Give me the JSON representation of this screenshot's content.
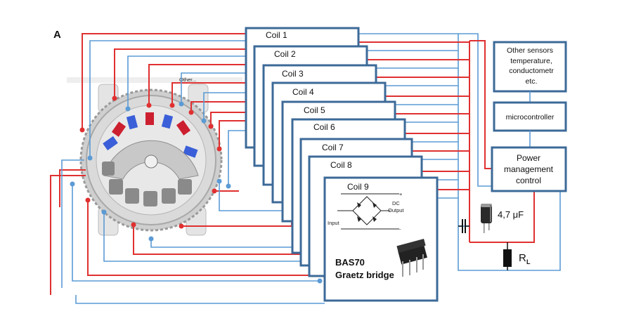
{
  "panel_label": "A",
  "watch_label": "Other...",
  "coils": [
    "Coil 1",
    "Coil 2",
    "Coil 3",
    "Coil 4",
    "Coil 5",
    "Coil 6",
    "Coil 7",
    "Coil 8",
    "Coil 9"
  ],
  "bridge": {
    "plus": "+",
    "minus": "-",
    "input": "Input",
    "dc_line1": "DC",
    "dc_line2": "Output",
    "name_line1": "BAS70",
    "name_line2": "Graetz bridge"
  },
  "blocks": {
    "sensors_lines": [
      "Other sensors",
      "temperature,",
      "conductometr",
      "etc."
    ],
    "microcontroller": "microcontroller",
    "power_lines": [
      "Power",
      "management",
      "control"
    ]
  },
  "capacitor_label": "4,7 μF",
  "resistor_label": "R",
  "resistor_sub": "L",
  "colors": {
    "coil_border": "#3c6a98",
    "wire_red": "#e03030",
    "wire_blue": "#5b9bd5",
    "magnet_red": "#cc2030",
    "magnet_blue": "#3a5fd8"
  }
}
